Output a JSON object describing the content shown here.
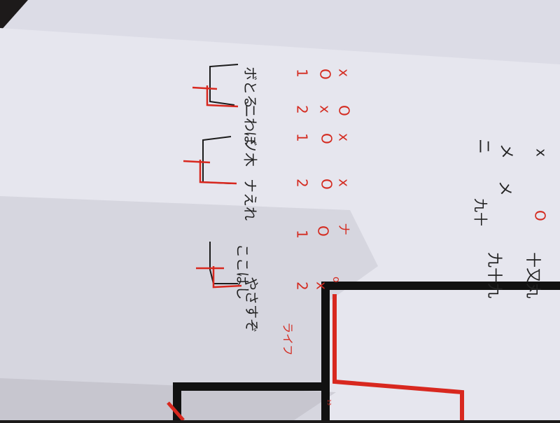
{
  "photo": {
    "description": "",
    "bracket_top_left": {
      "name_a": "やさすぞ",
      "score_a": "2",
      "mark_a": "x",
      "name_b": "ここはし",
      "score_b": "1",
      "mark_b": "O",
      "extra": "ライフ",
      "extra_mark": "o",
      "extra_mark_b": "ナ"
    },
    "bracket_mid": {
      "name_a": "ナえれ",
      "score_a": "2",
      "mark_a": "O",
      "mark_a2": "x",
      "name_b": "ソ木",
      "score_b": "1",
      "mark_b": "O",
      "mark_b2": "x"
    },
    "bracket_right": {
      "name_a": "ニわぼ",
      "score_a": "2",
      "mark_a": "x",
      "mark_a2": "O",
      "name_b": "ボとる",
      "score_b": "1",
      "mark_b": "O",
      "mark_b2": "x"
    },
    "bottom_notes": {
      "row1_a": "九十九",
      "row1_b": "十又丸",
      "row1_mark": "O",
      "row2_a": "九十",
      "row2_mark": "メ",
      "row3_a": "ニ",
      "row3_mark": "メ",
      "row4_mark": "x"
    },
    "tiny_label": "13"
  }
}
